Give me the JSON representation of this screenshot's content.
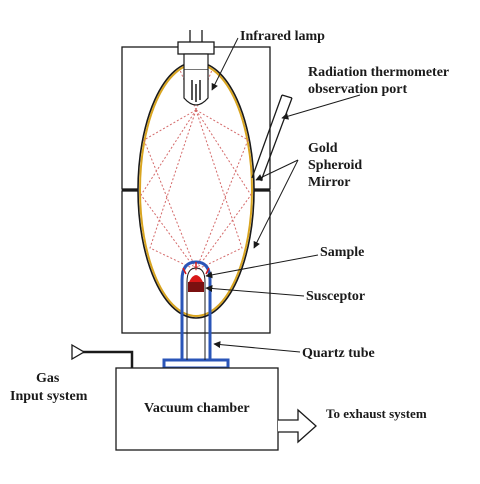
{
  "labels": {
    "infrared_lamp": "Infrared lamp",
    "radiation_thermometer_line1": "Radiation thermometer",
    "radiation_thermometer_line2": "observation port",
    "gold_line1": "Gold",
    "gold_line2": "Spheroid",
    "gold_line3": "Mirror",
    "sample": "Sample",
    "susceptor": "Susceptor",
    "quartz_tube": "Quartz tube",
    "gas_line1": "Gas",
    "gas_line2": "Input system",
    "vacuum_chamber": "Vacuum chamber",
    "exhaust": "To exhaust system"
  },
  "colors": {
    "gold_mirror": "#d9a520",
    "quartz_tube": "#2a55b8",
    "rays": "#d46a6a",
    "sample": "#d81818",
    "susceptor": "#7a1010",
    "outline": "#1a1a1a"
  }
}
